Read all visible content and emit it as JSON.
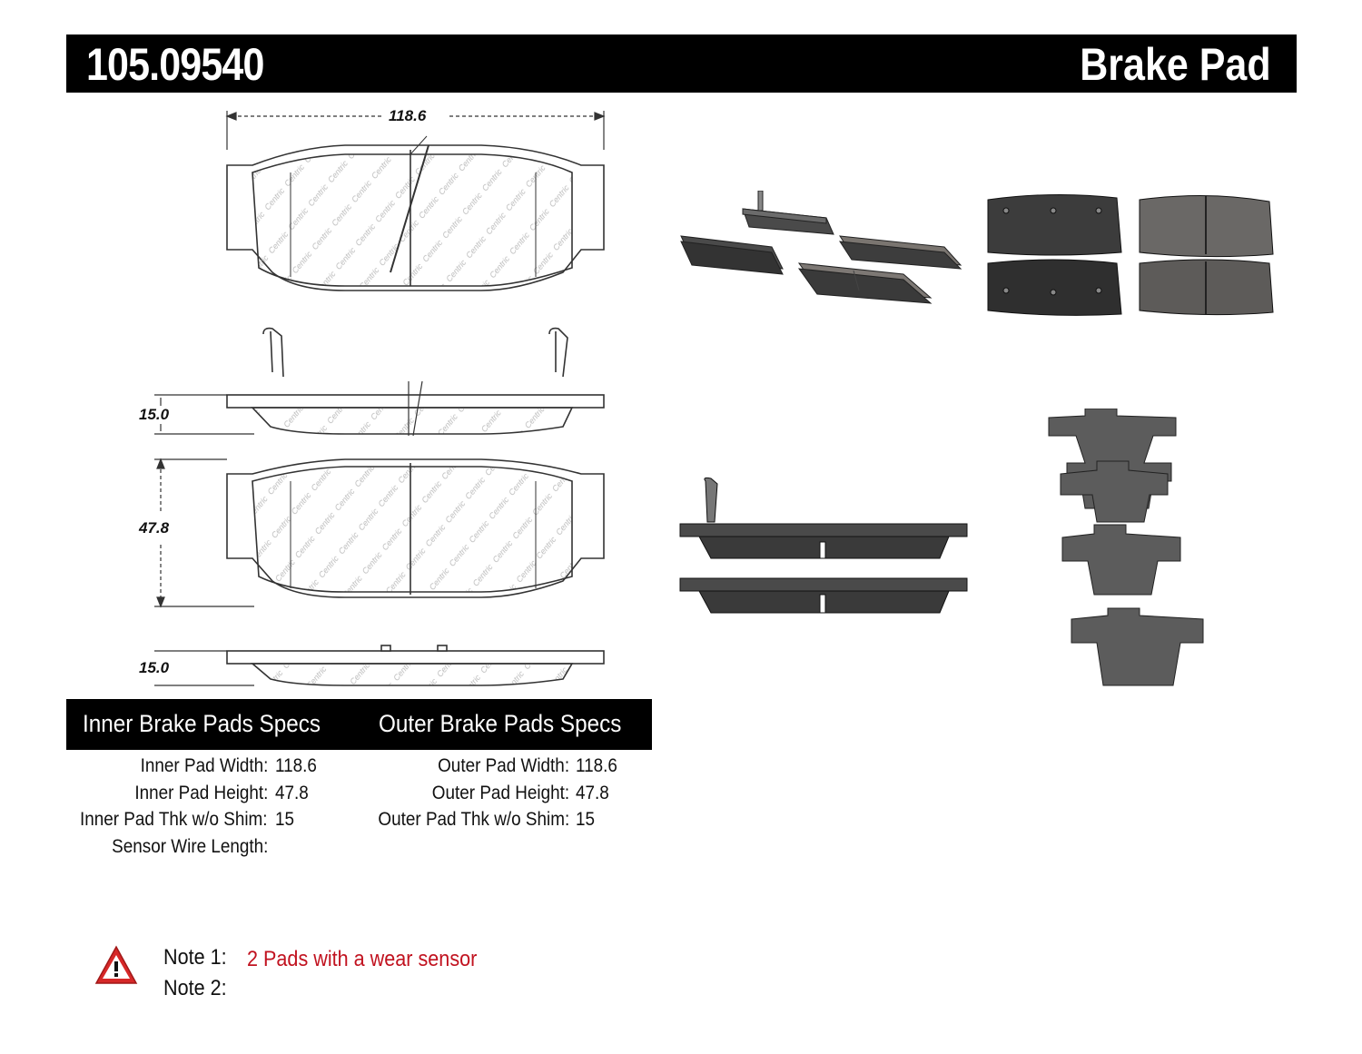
{
  "header": {
    "part_number": "105.09540",
    "product_type": "Brake Pad"
  },
  "drawing": {
    "width_label": "118.6",
    "thickness_label_top": "15.0",
    "height_label": "47.8",
    "thickness_label_bottom": "15.0",
    "watermark": "Centric"
  },
  "specs": {
    "inner_heading": "Inner Brake Pads Specs",
    "outer_heading": "Outer Brake Pads Specs",
    "inner": [
      {
        "label": "Inner Pad Width:",
        "value": "118.6"
      },
      {
        "label": "Inner Pad Height:",
        "value": "47.8"
      },
      {
        "label": "Inner Pad Thk w/o Shim:",
        "value": "15"
      },
      {
        "label": "Sensor Wire Length:",
        "value": ""
      }
    ],
    "outer": [
      {
        "label": "Outer Pad Width:",
        "value": "118.6"
      },
      {
        "label": "Outer Pad Height:",
        "value": "47.8"
      },
      {
        "label": "Outer Pad Thk w/o Shim:",
        "value": "15"
      }
    ]
  },
  "notes": [
    {
      "label": "Note 1:",
      "text": "2 Pads with a wear sensor"
    },
    {
      "label": "Note 2:",
      "text": ""
    }
  ],
  "icons": {
    "warning": "warning-triangle-icon"
  },
  "colors": {
    "header_bg": "#000000",
    "header_text": "#ffffff",
    "note_text": "#c1121f",
    "warning_red": "#d62828"
  }
}
